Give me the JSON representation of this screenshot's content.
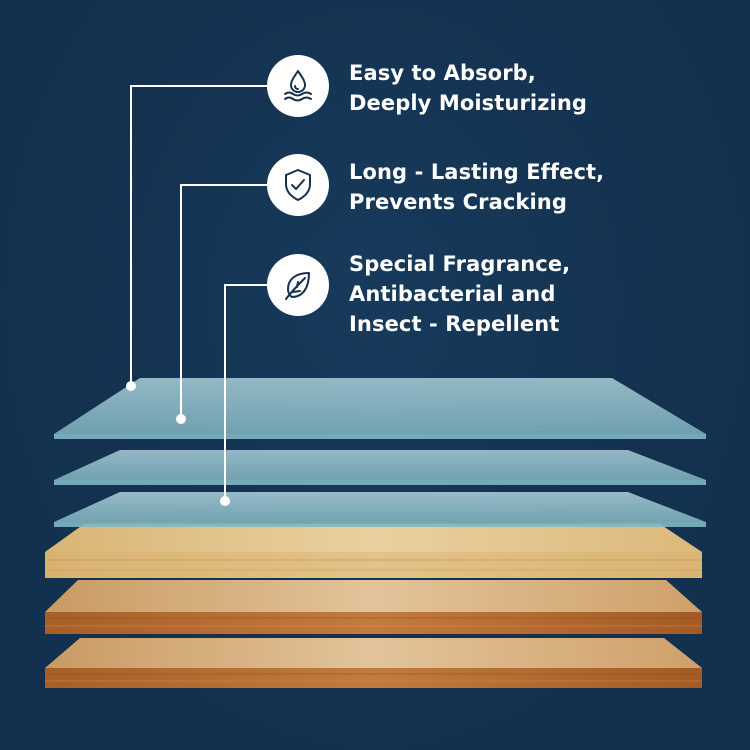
{
  "colors": {
    "background": "#143250",
    "text": "#ffffff",
    "icon_bg": "#ffffff",
    "icon_stroke": "#143250",
    "glass_layer": "#9fd3da",
    "wood_light": "#e3c184",
    "wood_dark": "#b46a2e"
  },
  "features": [
    {
      "icon": "water-drop-icon",
      "lines": [
        "Easy to Absorb,",
        "Deeply Moisturizing"
      ]
    },
    {
      "icon": "shield-check-icon",
      "lines": [
        "Long - Lasting Effect,",
        "Prevents Cracking"
      ]
    },
    {
      "icon": "leaf-icon",
      "lines": [
        "Special Fragrance,",
        "Antibacterial and",
        "Insect - Repellent"
      ]
    }
  ]
}
